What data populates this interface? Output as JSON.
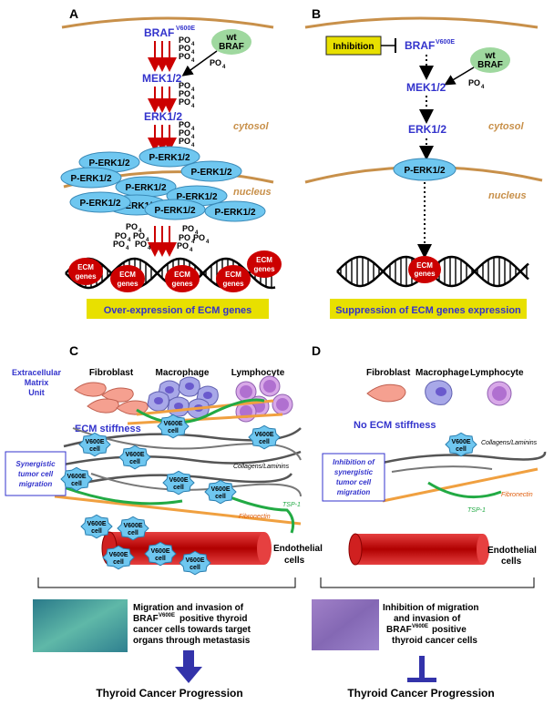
{
  "panels": {
    "a": "A",
    "b": "B",
    "c": "C",
    "d": "D"
  },
  "labels": {
    "braf": "BRAF",
    "v600e": "V600E",
    "mek": "MEK1/2",
    "erk": "ERK1/2",
    "perk": "P-ERK1/2",
    "po4": "PO",
    "sub4": "4",
    "wt": "wt",
    "wtbraf": "BRAF",
    "cytosol": "cytosol",
    "nucleus": "nucleus",
    "ecm": "ECM",
    "genes": "genes",
    "inhibition": "Inhibition",
    "overexp": "Over-expression of ECM genes",
    "suppression": "Suppression of ECM genes expression",
    "fibroblast": "Fibroblast",
    "macrophage": "Macrophage",
    "lymphocyte": "Lymphocyte",
    "ecu1": "Extracellular",
    "ecu2": "Matrix",
    "ecu3": "Unit",
    "stiff": "ECM stiffness",
    "nostiff": "No ECM stiffness",
    "syn1": "Synergistic",
    "syn2": "tumor cell",
    "syn3": "migration",
    "isyn1": "Inhibition of",
    "isyn2": "synergistic",
    "isyn3": "tumor cell",
    "isyn4": "migration",
    "cell": "cell",
    "collagen": "Collagens/Laminins",
    "fibronectin": "Fibronectin",
    "tsp": "TSP-1",
    "endo1": "Endothelial",
    "endo2": "cells",
    "c_text1": "Migration and invasion of",
    "c_text2a": "BRAF",
    "c_text2b": " positive thyroid",
    "c_text3": "cancer cells towards target",
    "c_text4": "organs through metastasis",
    "d_text1": "Inhibition of migration",
    "d_text2": "and invasion of",
    "d_text3a": "BRAF",
    "d_text3b": " positive",
    "d_text4": "thyroid cancer cells",
    "progression": "Thyroid Cancer Progression"
  },
  "colors": {
    "blue": "#3333cc",
    "red": "#cc0000",
    "cell": "#6fc7f0",
    "tan": "#c8904a",
    "yellow": "#e8e000",
    "green": "#9fd89f",
    "orange": "#f0a040",
    "ecmgreen": "#22aa44"
  }
}
